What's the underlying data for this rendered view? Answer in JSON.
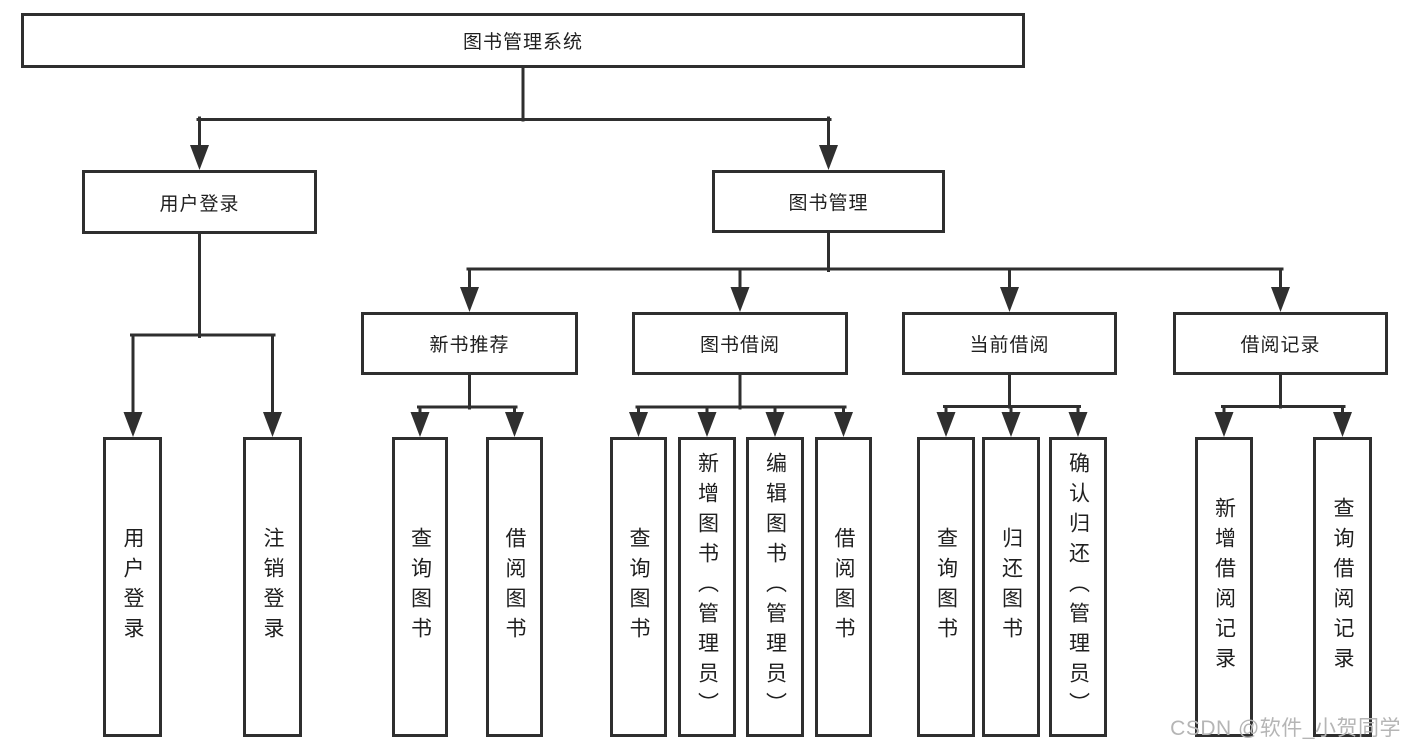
{
  "tree": {
    "root": "图书管理系统",
    "children": [
      {
        "label": "用户登录",
        "children": [
          {
            "label": "用户登录"
          },
          {
            "label": "注销登录"
          }
        ]
      },
      {
        "label": "图书管理",
        "children": [
          {
            "label": "新书推荐",
            "children": [
              {
                "label": "查询图书"
              },
              {
                "label": "借阅图书"
              }
            ]
          },
          {
            "label": "图书借阅",
            "children": [
              {
                "label": "查询图书"
              },
              {
                "label": "新增图书（管理员）"
              },
              {
                "label": "编辑图书（管理员）"
              },
              {
                "label": "借阅图书"
              }
            ]
          },
          {
            "label": "当前借阅",
            "children": [
              {
                "label": "查询图书"
              },
              {
                "label": "归还图书"
              },
              {
                "label": "确认归还（管理员）"
              }
            ]
          },
          {
            "label": "借阅记录",
            "children": [
              {
                "label": "新增借阅记录"
              },
              {
                "label": "查询借阅记录"
              }
            ]
          }
        ]
      }
    ]
  },
  "watermark": "CSDN @软件_小贺同学",
  "colors": {
    "line": "#2f2f2f",
    "text": "#1f1f1f",
    "watermark": "#b5b5b5",
    "background": "#ffffff"
  }
}
